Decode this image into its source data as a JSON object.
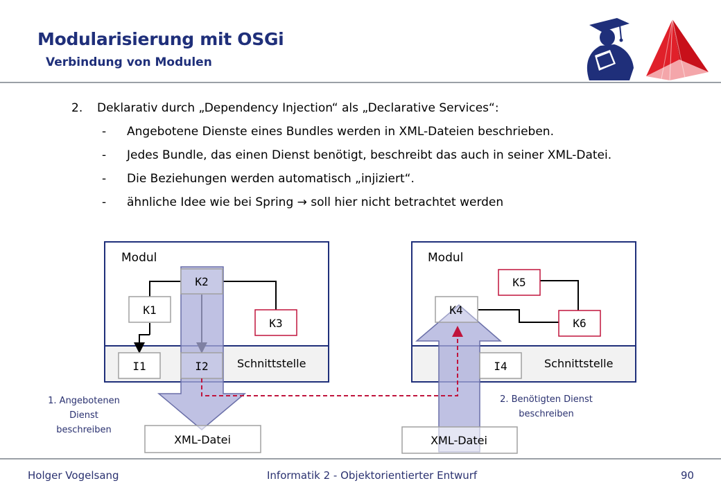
{
  "header": {
    "title": "Modularisierung mit OSGi",
    "subtitle": "Verbindung von Modulen"
  },
  "content": {
    "item_number": "2.",
    "item_text": "Deklarativ durch „Dependency Injection“ als „Declarative Services“:",
    "subitems": [
      "Angebotene Dienste eines Bundles werden in XML-Dateien beschrieben.",
      "Jedes Bundle, das einen Dienst benötigt, beschreibt das auch in seiner XML-Datei.",
      "Die Beziehungen werden automatisch „injiziert“.",
      "ähnliche Idee wie bei Spring → soll hier nicht betrachtet werden"
    ],
    "dash": "-"
  },
  "diagram": {
    "left_module": {
      "label": "Modul",
      "interface_area_label": "Schnittstelle",
      "components": [
        "K1",
        "K2",
        "K3"
      ],
      "interfaces": [
        "I1",
        "I2"
      ],
      "file_label": "XML-Datei",
      "annotation": [
        "1. Angebotenen",
        "Dienst",
        "beschreiben"
      ]
    },
    "right_module": {
      "label": "Modul",
      "interface_area_label": "Schnittstelle",
      "components": [
        "K4",
        "K5",
        "K6"
      ],
      "interfaces": [
        "I4"
      ],
      "file_label": "XML-Datei",
      "annotation": [
        "2. Benötigten Dienst",
        "beschreiben"
      ]
    },
    "colors": {
      "module_border": "#1f2f7a",
      "arrow_fill": "#a9acd9",
      "red": "#c0143c",
      "annotation_text": "#2a3170"
    }
  },
  "footer": {
    "author": "Holger Vogelsang",
    "course": "Informatik 2 - Objektorientierter Entwurf",
    "page": "90"
  },
  "logos": [
    "scholar-logo",
    "triangle-logo"
  ]
}
